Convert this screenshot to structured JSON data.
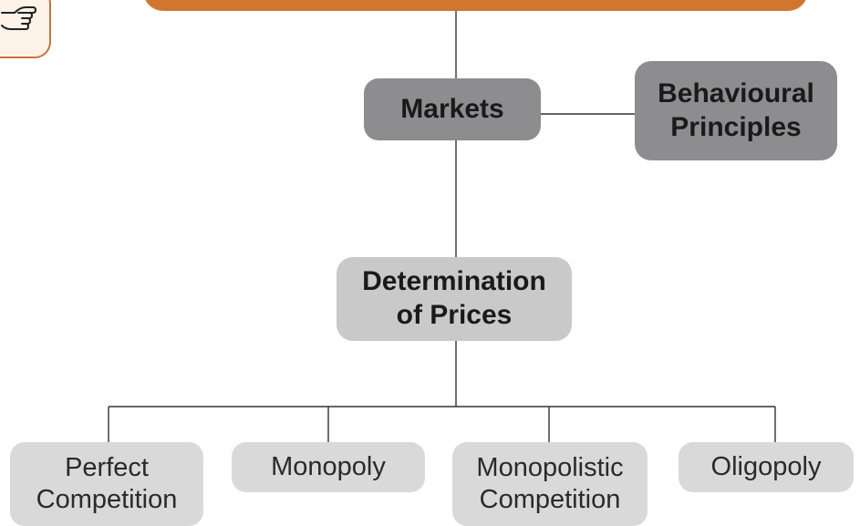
{
  "colors": {
    "banner": "#d2762f",
    "icon_border": "#c7733c",
    "node_dark": "#8d8d8f",
    "node_mid": "#c9c9ca",
    "node_light": "#d9d9da",
    "connector": "#333333"
  },
  "icon": {
    "name": "pointing-hand-icon"
  },
  "nodes": {
    "markets": {
      "label": "Markets"
    },
    "behavioural": {
      "line1": "Behavioural",
      "line2": "Principles"
    },
    "determination": {
      "line1": "Determination",
      "line2": "of Prices"
    },
    "perfect": {
      "line1": "Perfect",
      "line2": "Competition"
    },
    "monopoly": {
      "label": "Monopoly"
    },
    "monopolistic": {
      "line1": "Monopolistic",
      "line2": "Competition"
    },
    "oligopoly": {
      "label": "Oligopoly"
    }
  }
}
